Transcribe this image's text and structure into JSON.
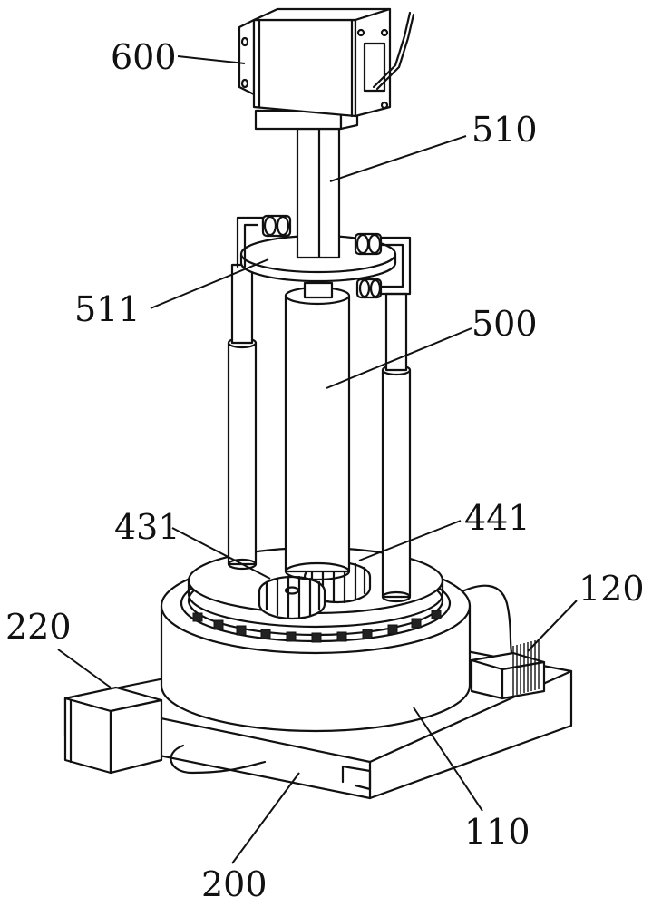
{
  "labels": {
    "l600": "600",
    "l510": "510",
    "l511": "511",
    "l500": "500",
    "l431": "431",
    "l441": "441",
    "l120": "120",
    "l220": "220",
    "l110": "110",
    "l200": "200"
  }
}
